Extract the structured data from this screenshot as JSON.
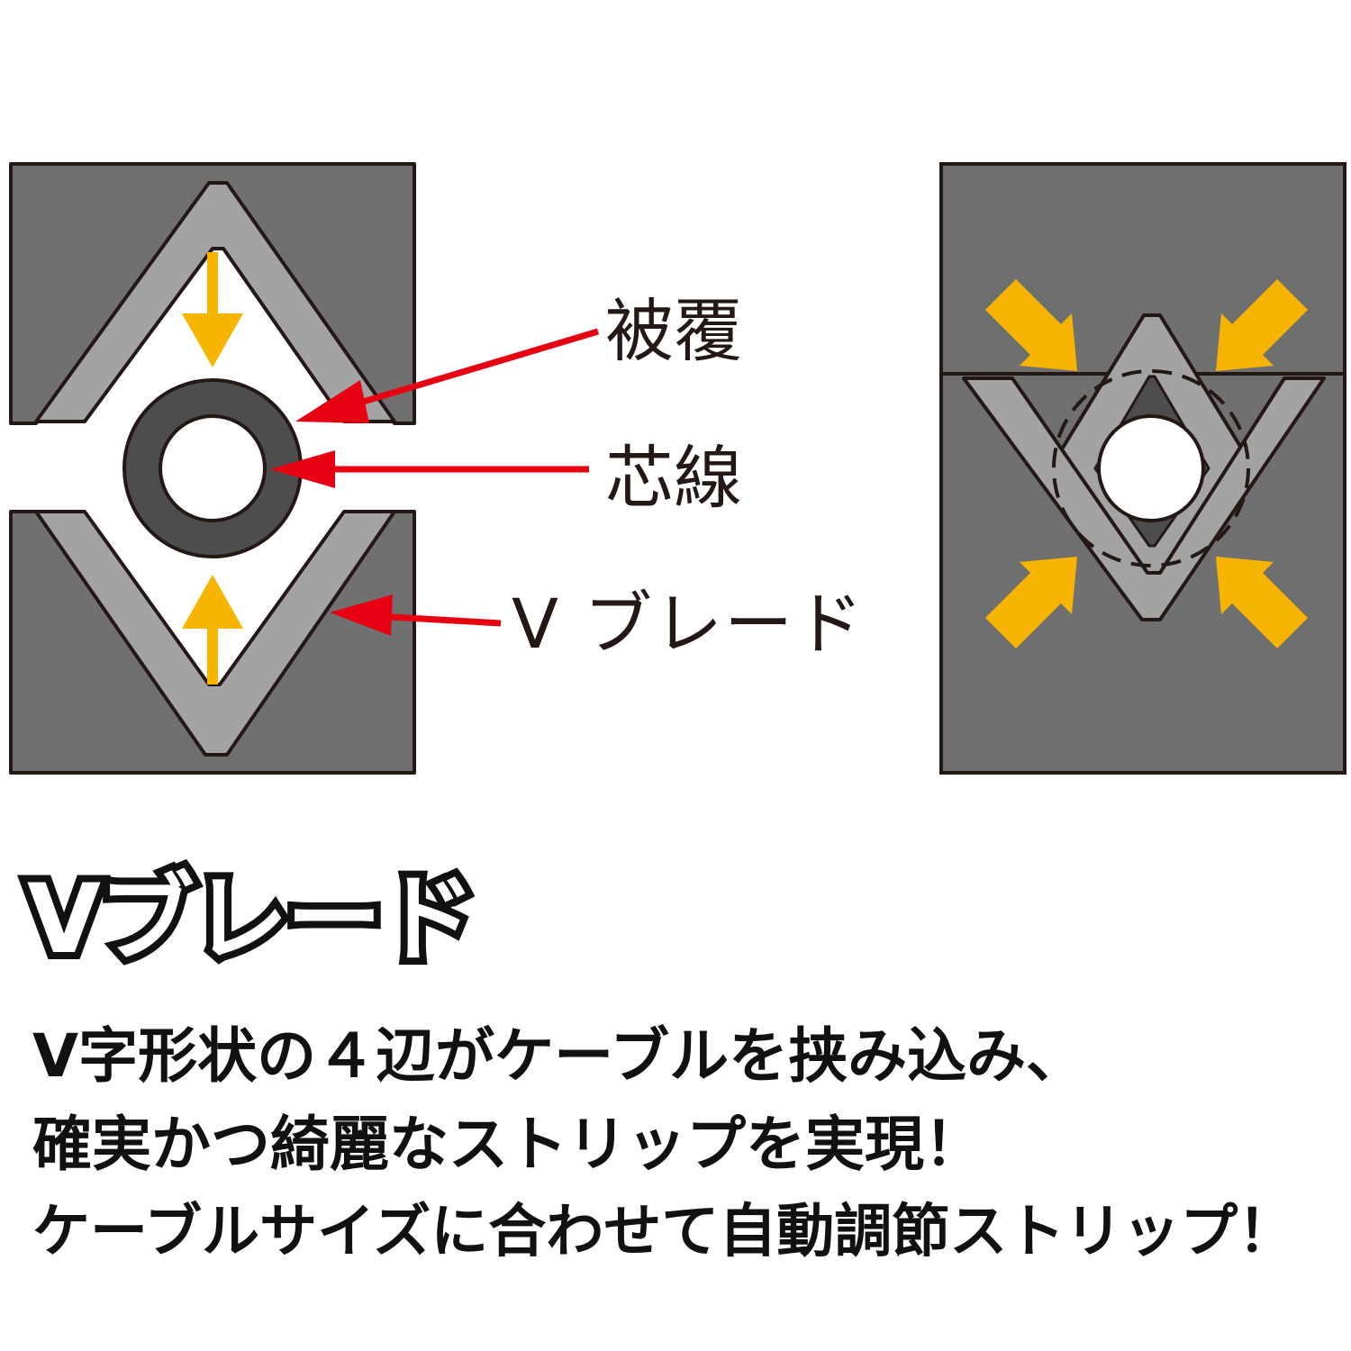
{
  "labels": {
    "coating": "被覆",
    "core": "芯線",
    "v_blade": "V ブレード"
  },
  "headline": "Vブレード",
  "description": [
    "V字形状の４辺がケーブルを挟み込み、",
    "確実かつ綺麗なストリップを実現！",
    "ケーブルサイズに合わせて自動調節ストリップ！"
  ],
  "colors": {
    "block": "#717071",
    "blade": "#a3a3a3",
    "outline": "#231815",
    "cable_jacket": "#4d4d4d",
    "arrow_yellow": "#f8b500",
    "pointer_red": "#e60012"
  }
}
